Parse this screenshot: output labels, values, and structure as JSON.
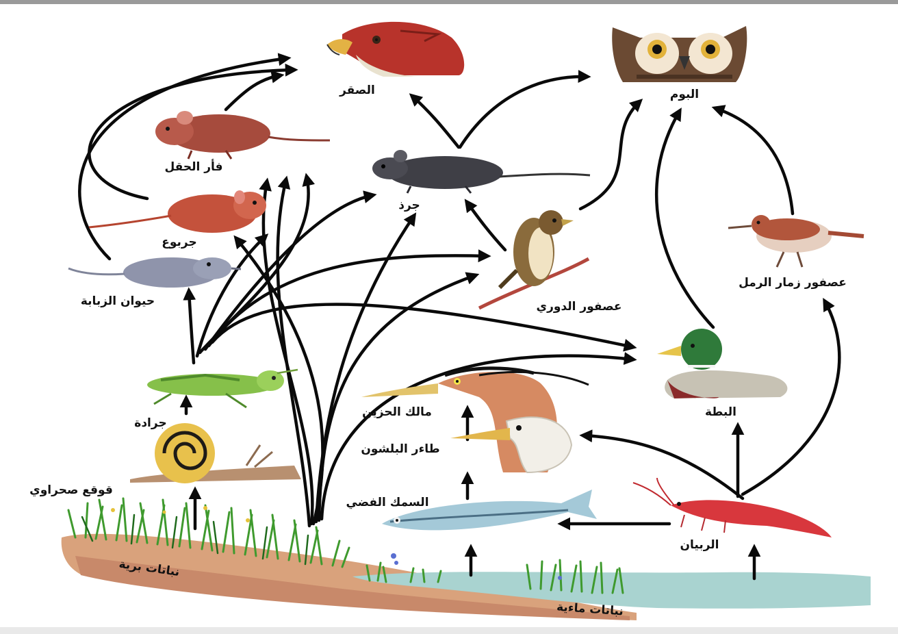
{
  "colors": {
    "arrow": "#0a0a0a",
    "soil": "#d9a27c",
    "grass": "#3f9a2e",
    "water": "#a9d3d0"
  },
  "organisms": {
    "falcon": {
      "label": "الصقر",
      "icon": "falcon"
    },
    "owl": {
      "label": "البوم",
      "icon": "owl"
    },
    "field_mouse": {
      "label": "فأر الحقل",
      "icon": "field-mouse"
    },
    "rat": {
      "label": "جرذ",
      "icon": "rat"
    },
    "jerboa": {
      "label": "جربوع",
      "icon": "jerboa"
    },
    "shrew": {
      "label": "حيوان الزبابة",
      "icon": "shrew"
    },
    "sparrow": {
      "label": "عصفور الدوري",
      "icon": "sparrow"
    },
    "sandpiper": {
      "label": "عصفور زمار الرمل",
      "icon": "sandpiper"
    },
    "grasshopper": {
      "label": "جرادة",
      "icon": "grasshopper"
    },
    "snail": {
      "label": "قوقع صحراوي",
      "icon": "snail"
    },
    "kingfisher": {
      "label": "مالك الحزين",
      "icon": "heron"
    },
    "pelican": {
      "label": "طاءر البلشون",
      "icon": "pelican"
    },
    "duck": {
      "label": "البطة",
      "icon": "duck"
    },
    "silverfish": {
      "label": "السمك الفضي",
      "icon": "fish"
    },
    "shrimp": {
      "label": "الربيان",
      "icon": "shrimp"
    },
    "land_plants": {
      "label": "نباتات برية",
      "icon": "grass"
    },
    "water_plants": {
      "label": "نباتات ماءية",
      "icon": "water-plant"
    }
  }
}
